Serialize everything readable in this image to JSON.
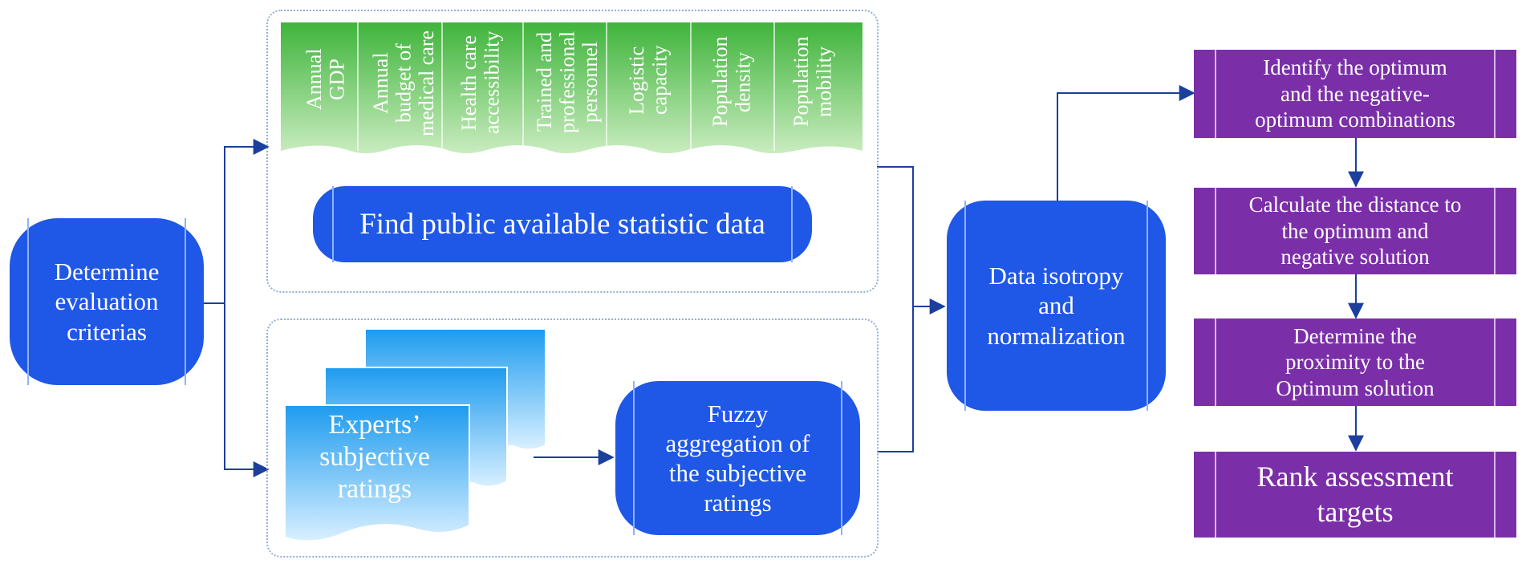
{
  "start": {
    "label": "Determine evaluation criterias"
  },
  "statistics_group": {
    "indicators": [
      "Annual\nGDP",
      "Annual\nbudget of\nmedical care",
      "Health care\naccessibility",
      "Trained and\nprofessional\npersonnel",
      "Logistic\ncapacity",
      "Population\ndensity",
      "Population\nmobility"
    ],
    "find_data_label": "Find public available statistic data"
  },
  "expert_group": {
    "ratings_label": "Experts’\nsubjective\nratings",
    "fuzzy_label": "Fuzzy\naggregation of\nthe subjective\nratings"
  },
  "normalization": {
    "label": "Data isotropy\nand\nnormalization"
  },
  "steps": [
    "Identify the optimum\nand the negative-\noptimum combinations",
    "Calculate the distance to\nthe optimum and\nnegative solution",
    "Determine the\nproximity to the\nOptimum solution",
    "Rank assessment\ntargets"
  ],
  "colors": {
    "blue": "#1f57e6",
    "purple": "#7a2fa8",
    "green": "#4fbf4a",
    "sky": "#3aa8f2",
    "arrow": "#1c3f9e"
  }
}
